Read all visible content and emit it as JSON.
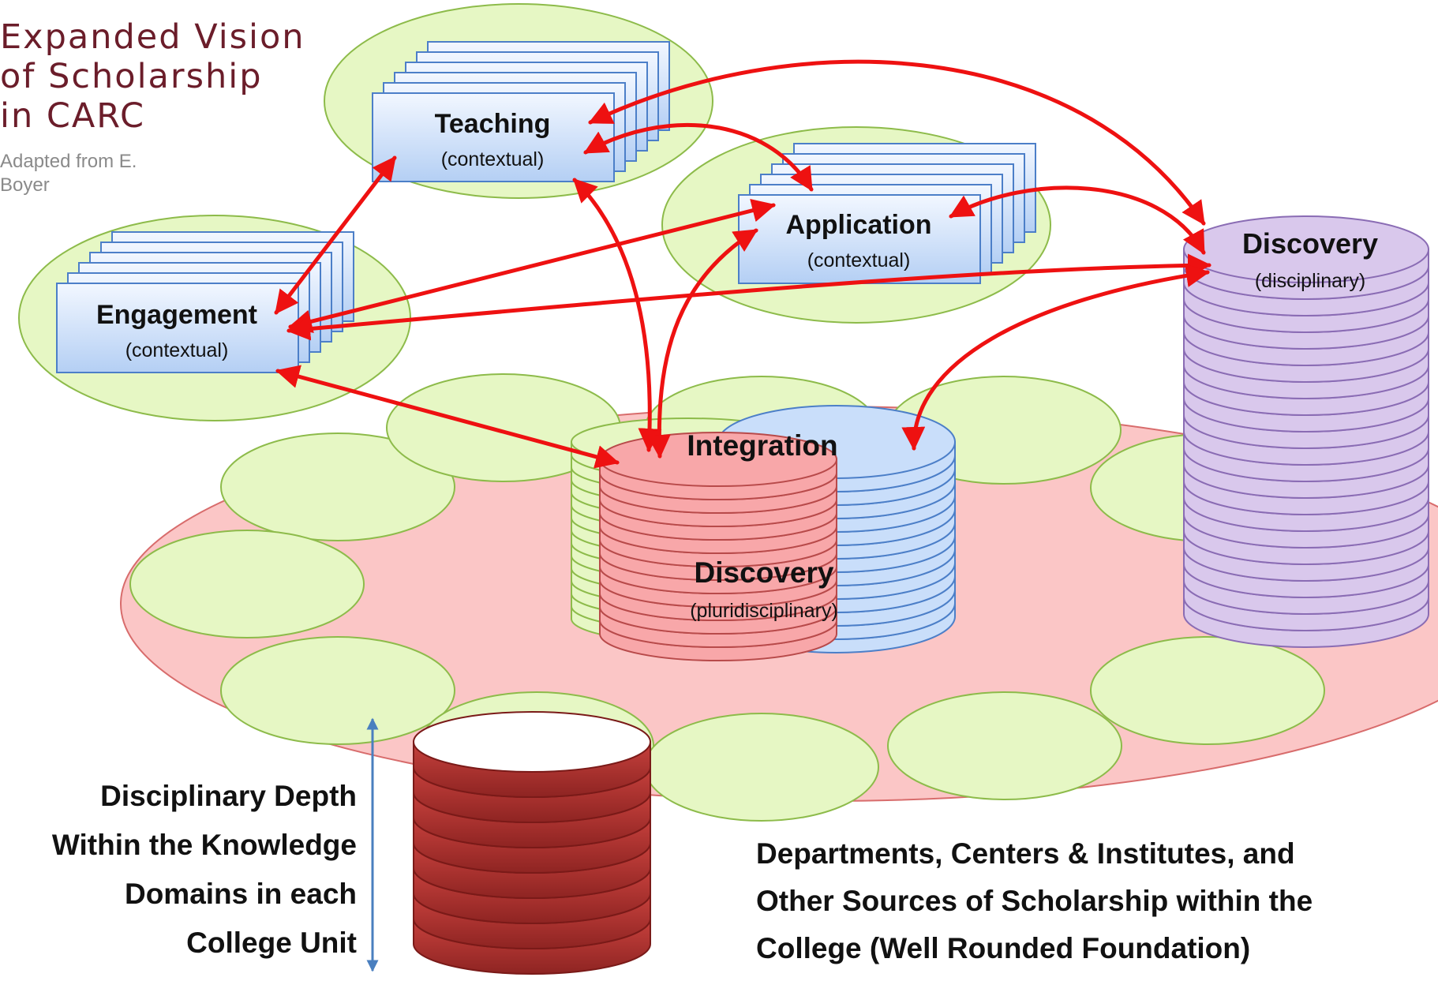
{
  "title_lines": [
    "Expanded Vision",
    "of Scholarship",
    "in CARC"
  ],
  "subtitle_lines": [
    "Adapted from E.",
    "Boyer"
  ],
  "nodes": {
    "teaching": {
      "name": "Teaching",
      "note": "(contextual)"
    },
    "application": {
      "name": "Application",
      "note": "(contextual)"
    },
    "engagement": {
      "name": "Engagement",
      "note": "(contextual)"
    },
    "discovery_disciplinary": {
      "name": "Discovery",
      "note": "(disciplinary)"
    },
    "integration": {
      "name": "Integration"
    },
    "discovery_pluri": {
      "name": "Discovery",
      "note": "(pluridisciplinary)"
    }
  },
  "depth_label_lines": [
    "Disciplinary Depth",
    "Within the Knowledge",
    "Domains in each",
    "College Unit"
  ],
  "foundation_label_lines": [
    "Departments, Centers & Institutes, and",
    "Other Sources of Scholarship within the",
    "College (Well Rounded Foundation)"
  ],
  "colors": {
    "title": "#6b1d2a",
    "arrow": "#ee1111",
    "green_fill": "#e6f7c4",
    "green_stroke": "#8dbb4a",
    "blue_fill": "#c9defa",
    "blue_stroke": "#4c7fc8",
    "purple_fill": "#d9c8ec",
    "purple_stroke": "#8a6cb4",
    "pink_fill": "#f8a7a9",
    "darkred": "#a83230",
    "depth_arrow": "#4a7fbf"
  }
}
